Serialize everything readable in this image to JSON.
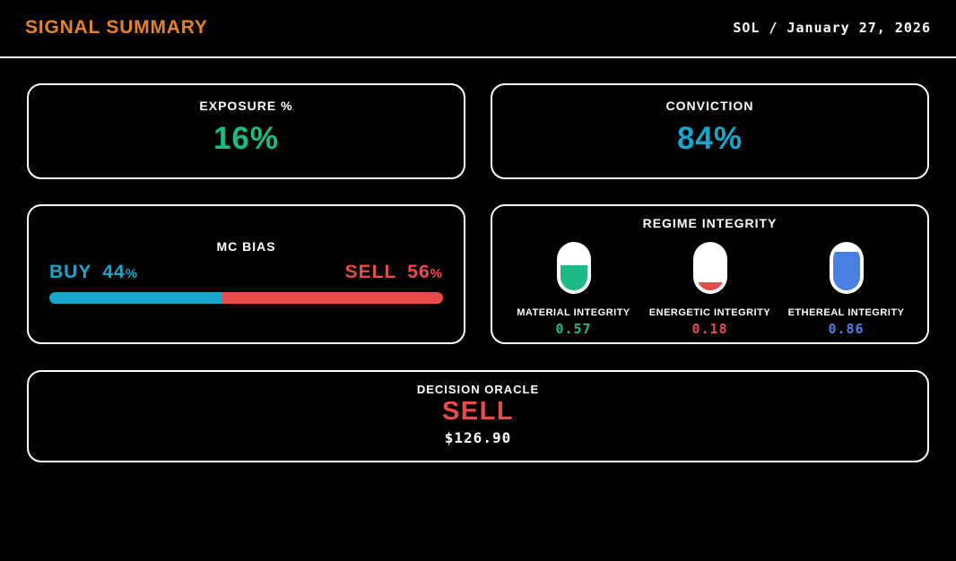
{
  "header": {
    "title": "SIGNAL SUMMARY",
    "context": "SOL / January 27, 2026"
  },
  "cards": {
    "exposure": {
      "title": "EXPOSURE %",
      "value": "16%"
    },
    "conviction": {
      "title": "CONVICTION",
      "value": "84%"
    },
    "mc_bias": {
      "title": "MC BIAS",
      "buy_label": "BUY",
      "buy_value": "44",
      "sell_label": "SELL",
      "sell_value": "56",
      "percent_sign": "%",
      "buy_pct": 44,
      "sell_pct": 56
    },
    "regime_integrity": {
      "title": "REGIME INTEGRITY",
      "gauges": [
        {
          "label": "MATERIAL INTEGRITY",
          "value": "0.57",
          "fill_pct": 57,
          "color": "#1dba85"
        },
        {
          "label": "ENERGETIC INTEGRITY",
          "value": "0.18",
          "fill_pct": 18,
          "color": "#e94b4c"
        },
        {
          "label": "ETHEREAL INTEGRITY",
          "value": "0.86",
          "fill_pct": 86,
          "color": "#4a80e4"
        }
      ]
    },
    "decision_oracle": {
      "title": "DECISION ORACLE",
      "action": "SELL",
      "price": "$126.90"
    }
  },
  "colors": {
    "accent_orange": "#e5832b",
    "green": "#1dba85",
    "cyan": "#16a7cb",
    "red": "#e94b4c",
    "blue": "#4a80e4",
    "background": "#000000",
    "card_border": "#ffffff"
  }
}
